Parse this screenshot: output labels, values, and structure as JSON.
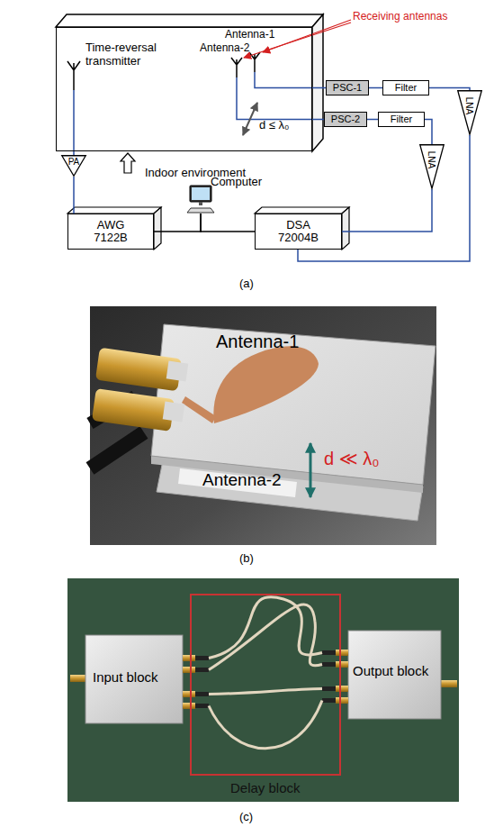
{
  "diagram": {
    "nodes": [
      {
        "text": [
          "Indoor environment"
        ]
      },
      {
        "text": [
          "PA"
        ]
      },
      {
        "text": [
          "PSC-1"
        ]
      },
      {
        "text": [
          "Filter"
        ]
      },
      {
        "text": [
          "PSC-2"
        ]
      },
      {
        "text": [
          "Filter"
        ]
      },
      {
        "text": [
          "LNA"
        ]
      },
      {
        "text": [
          "LNA"
        ]
      },
      {
        "text": [
          "AWG 7122B"
        ]
      },
      {
        "text": [
          "Computer"
        ]
      },
      {
        "text": [
          "DSA 72004B"
        ]
      }
    ],
    "edges": [
      {
        "from": 8,
        "to": 1,
        "arrow": "none"
      },
      {
        "from": 9,
        "to": 8,
        "arrow": "none"
      },
      {
        "from": 9,
        "to": 10,
        "arrow": "none"
      },
      {
        "from": 2,
        "to": 3,
        "arrow": "none"
      },
      {
        "from": 3,
        "to": 6,
        "arrow": "none"
      },
      {
        "from": 6,
        "to": 10,
        "arrow": "none"
      },
      {
        "from": 4,
        "to": 5,
        "arrow": "none"
      },
      {
        "from": 5,
        "to": 7,
        "arrow": "none"
      },
      {
        "from": 7,
        "to": 10,
        "arrow": "none"
      }
    ],
    "labels": [
      "Time-reversal transmitter",
      "Antenna-1",
      "Antenna-2",
      "Receiving antennas",
      "d ≤ λ₀",
      "(a)",
      "Antenna-1",
      "Antenna-2",
      "d ≪ λ₀",
      "(b)",
      "Input block",
      "Output block",
      "Delay block",
      "(c)"
    ]
  }
}
